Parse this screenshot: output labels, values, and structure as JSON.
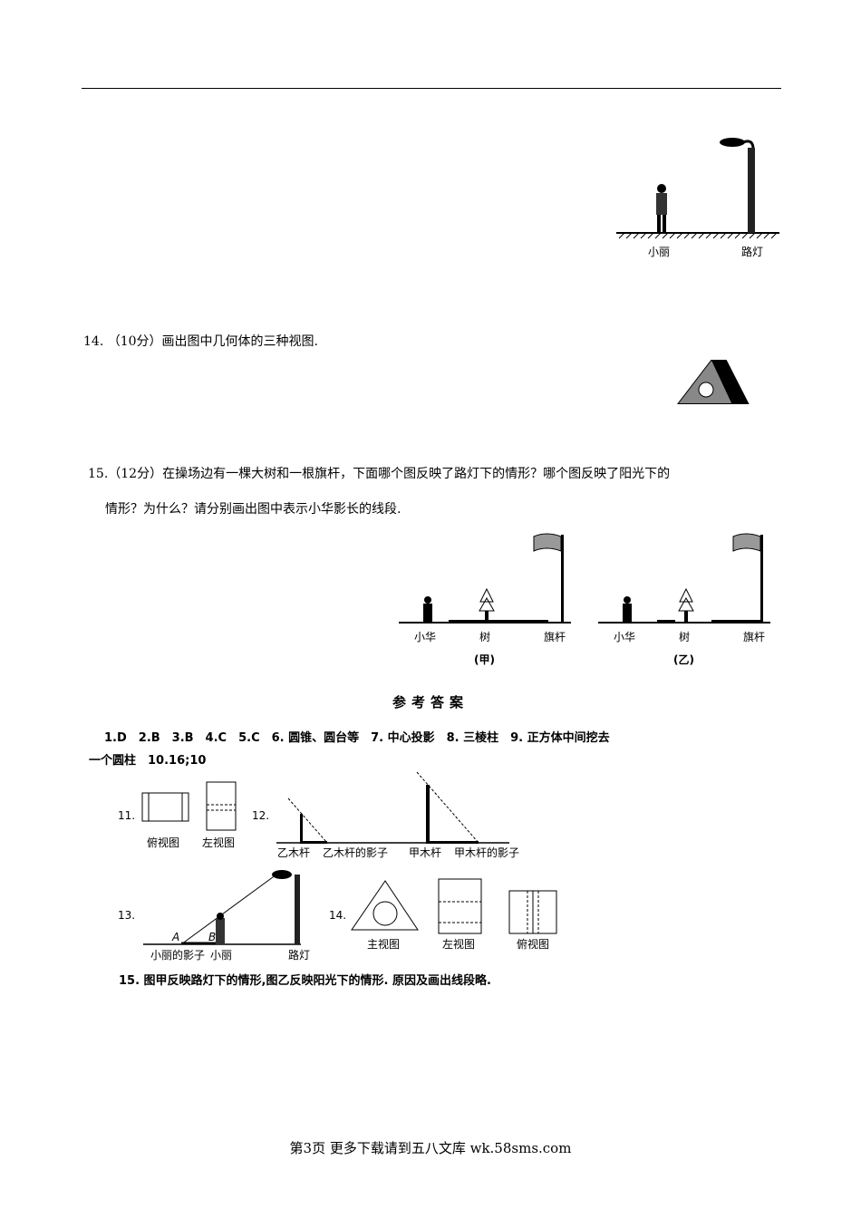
{
  "q13_figure": {
    "label_person": "小丽",
    "label_lamp": "路灯"
  },
  "q14": {
    "text": "14. （10分）画出图中几何体的三种视图."
  },
  "q15": {
    "line1": "15.（12分）在操场边有一棵大树和一根旗杆，下面哪个图反映了路灯下的情形？哪个图反映了阳光下的",
    "line2": "情形？为什么？请分别画出图中表示小华影长的线段.",
    "fig_a": {
      "person": "小华",
      "tree": "树",
      "pole": "旗杆",
      "caption": "(甲)"
    },
    "fig_b": {
      "person": "小华",
      "tree": "树",
      "pole": "旗杆",
      "caption": "(乙)"
    }
  },
  "answers": {
    "heading": "参考答案",
    "line1": "1.D　2.B　3.B　4.C　5.C　6. 圆锥、圆台等　7. 中心投影　8. 三棱柱　9. 正方体中间挖去",
    "line2": "一个圆柱　10.16;10",
    "a11": {
      "num": "11.",
      "view1": "俯视图",
      "view2": "左视图"
    },
    "a12": {
      "num": "12.",
      "l1": "乙木杆",
      "l2": "乙木杆的影子",
      "l3": "甲木杆",
      "l4": "甲木杆的影子"
    },
    "a13": {
      "num": "13.",
      "A": "A",
      "B": "B",
      "l1": "小丽的影子",
      "l2": "小丽",
      "l3": "路灯"
    },
    "a14": {
      "num": "14.",
      "v1": "主视图",
      "v2": "左视图",
      "v3": "俯视图"
    },
    "a15": "15. 图甲反映路灯下的情形,图乙反映阳光下的情形. 原因及画出线段略."
  },
  "footer": "第3页 更多下载请到五八文库 wk.58sms.com"
}
